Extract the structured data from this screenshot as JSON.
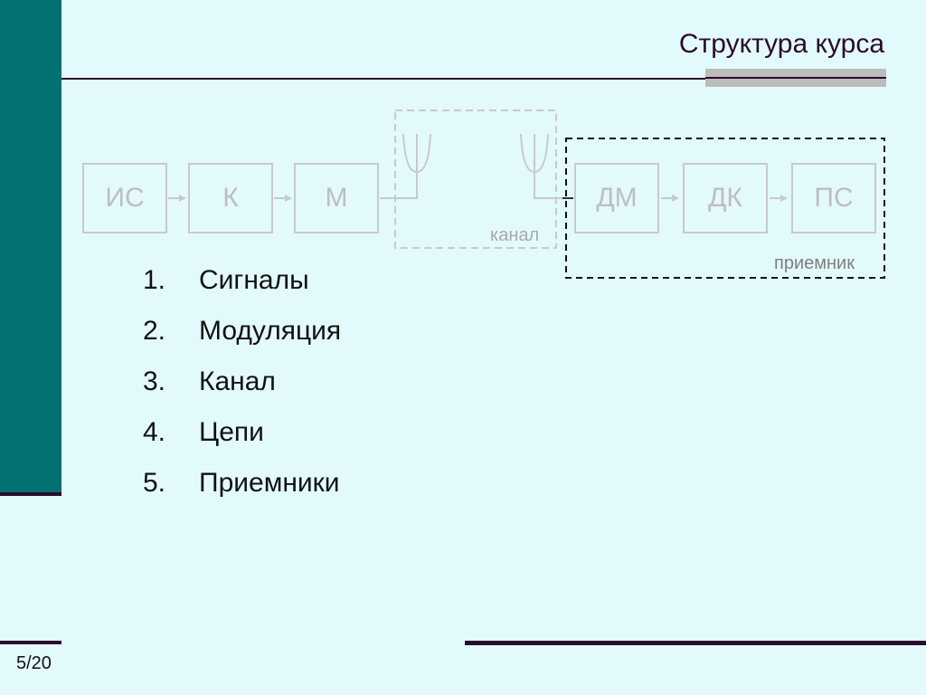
{
  "slide": {
    "title": "Структура курса",
    "page": "5/20"
  },
  "diagram": {
    "transmit_blocks": [
      "ИС",
      "К",
      "М"
    ],
    "receive_blocks": [
      "ДМ",
      "ДК",
      "ПС"
    ],
    "channel_label": "канал",
    "receiver_label": "приемник"
  },
  "list": {
    "items": [
      {
        "num": "1.",
        "text": "Сигналы"
      },
      {
        "num": "2.",
        "text": "Модуляция"
      },
      {
        "num": "3.",
        "text": "Канал"
      },
      {
        "num": "4.",
        "text": "Цепи"
      },
      {
        "num": "5.",
        "text": "Приемники"
      }
    ]
  }
}
